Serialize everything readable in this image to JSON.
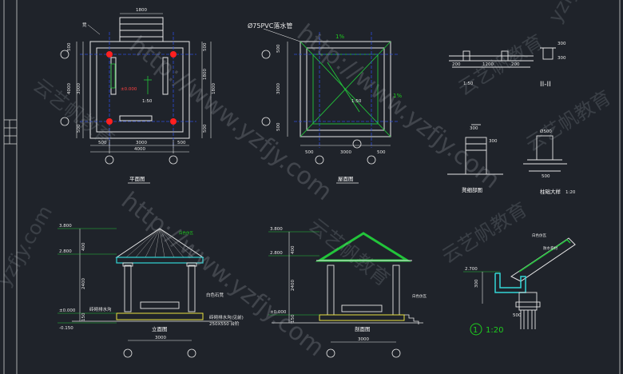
{
  "colors": {
    "background": "#1f232a",
    "line_white": "#e6e6e6",
    "line_cyan": "#33d6d6",
    "line_green": "#22c43a",
    "line_blue": "#2d4bd8",
    "line_red": "#ff2020",
    "line_yellow": "#e8e040",
    "text_green": "#1ecc1e"
  },
  "plan": {
    "title": "平面图",
    "dims_top": [
      "1800"
    ],
    "dims_left": [
      "500",
      "4000",
      "3000",
      "500"
    ],
    "dims_right": [
      "500",
      "1800",
      "1800",
      "500"
    ],
    "dims_bottom_row1": [
      "500",
      "3000",
      "500"
    ],
    "dims_bottom_row2": [
      "4000"
    ],
    "label_a": "凳",
    "label_elev": "±0.000",
    "label_mid": "1:50"
  },
  "roof": {
    "title": "屋面图",
    "pipe_label": "Ø75PVC落水管",
    "slope_top": "1%",
    "slope_right": "1%",
    "dims_left": [
      "500",
      "3000",
      "500"
    ],
    "dims_bottom": [
      "500",
      "3000",
      "500"
    ],
    "label_mid": "1:50"
  },
  "section2": {
    "title": "II-II",
    "scale": "1:50",
    "dims": [
      "200",
      "1200",
      "200"
    ],
    "notes": [
      "300",
      "300"
    ]
  },
  "column": {
    "title": "凳细部图",
    "dims": [
      "300",
      "300"
    ]
  },
  "base": {
    "title": "柱础大样",
    "scale": "1:20",
    "dims": [
      "500"
    ],
    "notes": [
      "Ø500"
    ]
  },
  "elevation": {
    "title": "立面图",
    "levels": [
      "3.800",
      "2.800",
      "±0.000",
      "-0.150"
    ],
    "dims_left": [
      "400",
      "2400",
      "150"
    ],
    "dims_bottom": [
      "3000"
    ],
    "labels": [
      "白色仿瓦",
      "砖砌排水沟",
      "白色石凳",
      "砖砌排水沟(见前)",
      "250X550 台阶"
    ]
  },
  "sectionview": {
    "title": "剖面图",
    "levels": [
      "3.800",
      "2.800",
      "±0.000"
    ],
    "dims_left": [
      "400",
      "2400",
      "150"
    ],
    "dims_bottom": [
      "3000"
    ],
    "labels": [
      "白色仿瓦"
    ]
  },
  "detail": {
    "number": "1",
    "scale": "1:20",
    "levels": [
      "2.700"
    ],
    "dims": [
      "300",
      "500"
    ],
    "notes": [
      "白色仿瓦",
      "防水卷材"
    ]
  },
  "watermarks": {
    "url": "http://www.yzfjy.com",
    "brand": "云艺帆教育",
    "side_url": "yzfjy.com"
  }
}
